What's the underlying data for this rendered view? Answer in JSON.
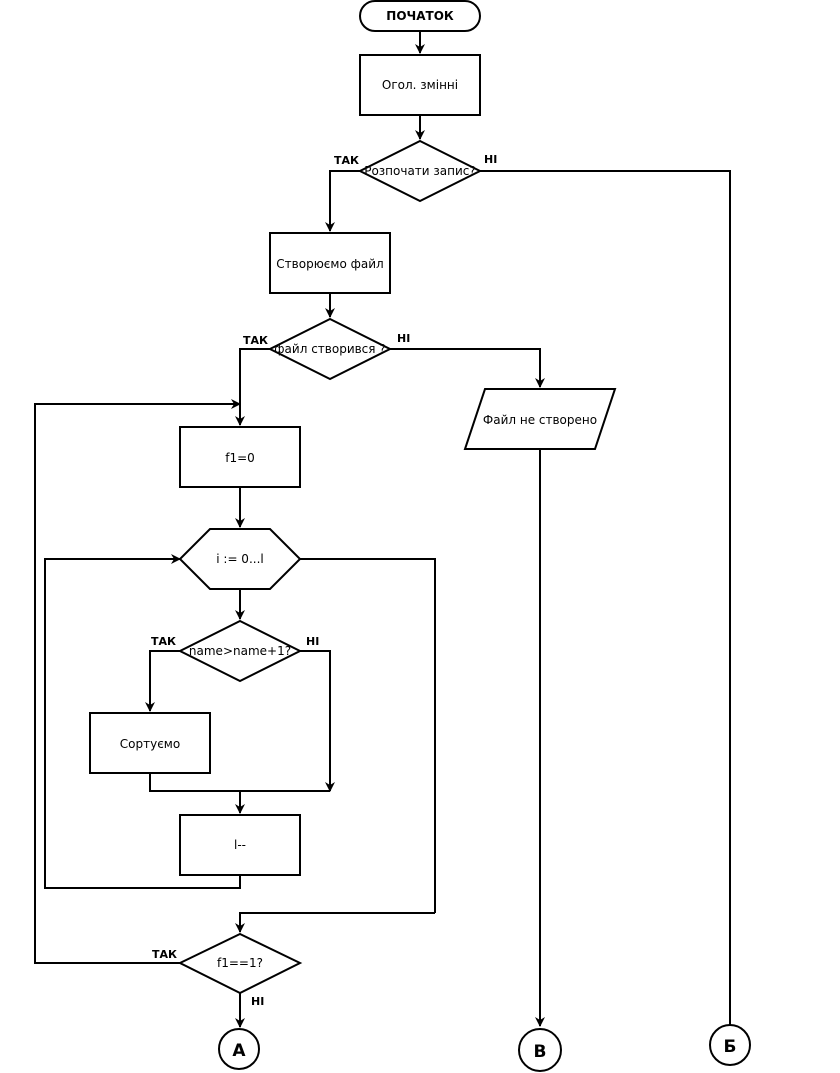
{
  "nodes": {
    "start": "ПОЧАТОК",
    "declare_vars": "Огол. змінні",
    "start_write_decision": "Розпочати запис?",
    "create_file": "Створюємо файл",
    "file_created_decision": "файл створився ?",
    "file_not_created": "Файл не створено",
    "f1_init": "f1=0",
    "loop_i": "i := 0...l",
    "compare_decision": "name>name+1?",
    "sort": "Сортуємо",
    "decrement": "l--",
    "f1_check_decision": "f1==1?"
  },
  "branch_labels": {
    "start_write_yes": "ТАК",
    "start_write_no": "НІ",
    "file_created_yes": "ТАК",
    "file_created_no": "НІ",
    "compare_yes": "ТАК",
    "compare_no": "НІ",
    "f1_check_yes": "ТАК",
    "f1_check_no": "НІ"
  },
  "connectors": {
    "a": "А",
    "v": "В",
    "b": "Б"
  }
}
